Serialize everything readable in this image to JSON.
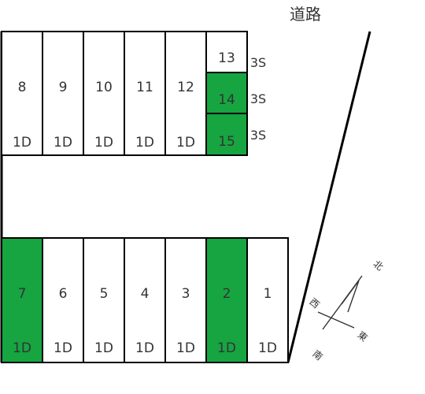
{
  "road_label": "道路",
  "colors": {
    "occupied": "#16a540",
    "empty": "#ffffff",
    "line": "#000000",
    "text": "#333333"
  },
  "top_row": [
    {
      "number": "8",
      "type": "1D",
      "occupied": false
    },
    {
      "number": "9",
      "type": "1D",
      "occupied": false
    },
    {
      "number": "10",
      "type": "1D",
      "occupied": false
    },
    {
      "number": "11",
      "type": "1D",
      "occupied": false
    },
    {
      "number": "12",
      "type": "1D",
      "occupied": false
    }
  ],
  "stack": [
    {
      "number": "13",
      "type": "3S",
      "occupied": false
    },
    {
      "number": "14",
      "type": "3S",
      "occupied": true
    },
    {
      "number": "15",
      "type": "3S",
      "occupied": true
    }
  ],
  "bottom_row": [
    {
      "number": "7",
      "type": "1D",
      "occupied": true
    },
    {
      "number": "6",
      "type": "1D",
      "occupied": false
    },
    {
      "number": "5",
      "type": "1D",
      "occupied": false
    },
    {
      "number": "4",
      "type": "1D",
      "occupied": false
    },
    {
      "number": "3",
      "type": "1D",
      "occupied": false
    },
    {
      "number": "2",
      "type": "1D",
      "occupied": true
    },
    {
      "number": "1",
      "type": "1D",
      "occupied": false
    }
  ],
  "compass": {
    "north": "北",
    "south": "南",
    "east": "東",
    "west": "西"
  }
}
